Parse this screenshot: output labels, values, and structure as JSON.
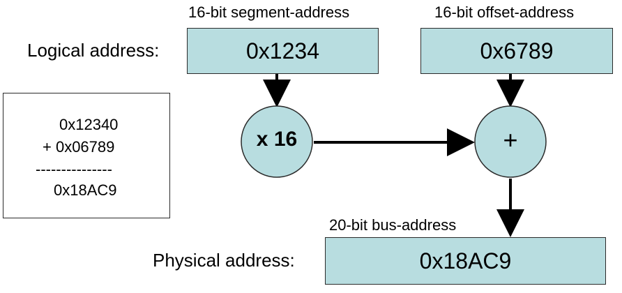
{
  "labels": {
    "logical": "Logical address:",
    "physical": "Physical address:",
    "segment_caption": "16-bit segment-address",
    "offset_caption": "16-bit offset-address",
    "bus_caption": "20-bit bus-address"
  },
  "boxes": {
    "segment_value": "0x1234",
    "offset_value": "0x6789",
    "physical_value": "0x18AC9"
  },
  "operators": {
    "multiply": "x 16",
    "add": "+"
  },
  "calculation": {
    "line1": "0x12340",
    "line2": "+ 0x06789",
    "separator": "---------------",
    "result": "0x18AC9"
  },
  "colors": {
    "fill": "#b8dde0",
    "stroke": "#2a2a2a"
  }
}
